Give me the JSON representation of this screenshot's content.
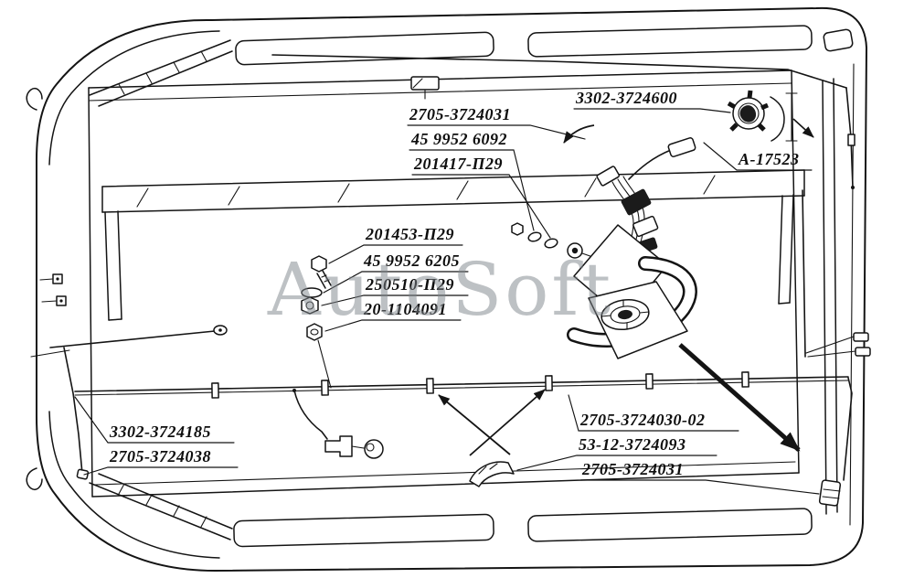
{
  "diagram": {
    "watermark": "AutoSoft",
    "colors": {
      "ink": "#141414",
      "watermark_gray": "#7e848a",
      "background": "#ffffff"
    },
    "labels": {
      "top_31": "2705-3724031",
      "w6092": "45 9952 6092",
      "p201417": "201417-П29",
      "r3724600": "3302-3724600",
      "a17523": "А-17523",
      "p201453": "201453-П29",
      "w6205": "45 9952 6205",
      "p250510": "250510-П29",
      "n1104091": "20-1104091",
      "h3724185": "3302-3724185",
      "h3724038": "2705-3724038",
      "h3724030": "2705-3724030-02",
      "c3724093": "53-12-3724093",
      "bot_31": "2705-3724031"
    }
  }
}
